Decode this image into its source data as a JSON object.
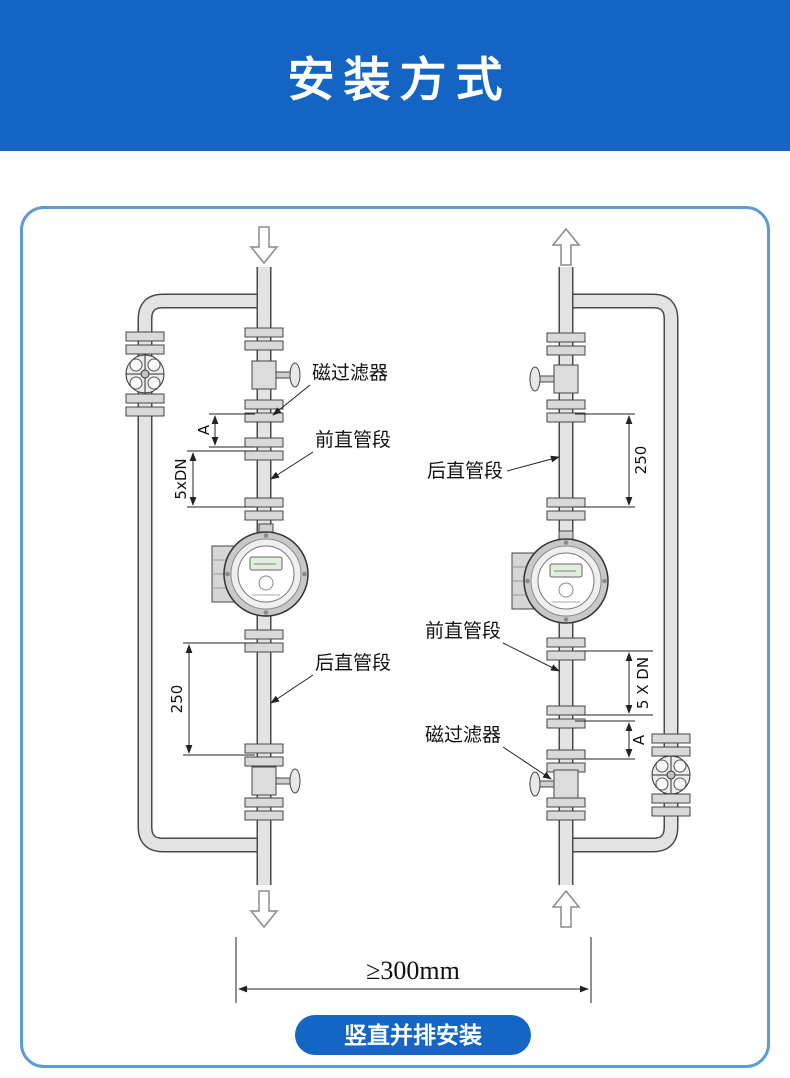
{
  "header": {
    "title": "安装方式"
  },
  "diagram": {
    "left": {
      "label_filter": "磁过滤器",
      "label_front": "前直管段",
      "label_rear": "后直管段",
      "dim_a": "A",
      "dim_5dn": "5xDN",
      "dim_250": "250"
    },
    "right": {
      "label_rear": "后直管段",
      "label_front": "前直管段",
      "label_filter": "磁过滤器",
      "dim_250": "250",
      "dim_5dn": "5 X DN",
      "dim_a": "A"
    },
    "spacing": "≥300mm",
    "caption": "竖直并排安装"
  },
  "colors": {
    "header_bg": "#1464c4",
    "frame_border": "#5b9bd8",
    "caption_bg": "#1565c4"
  }
}
